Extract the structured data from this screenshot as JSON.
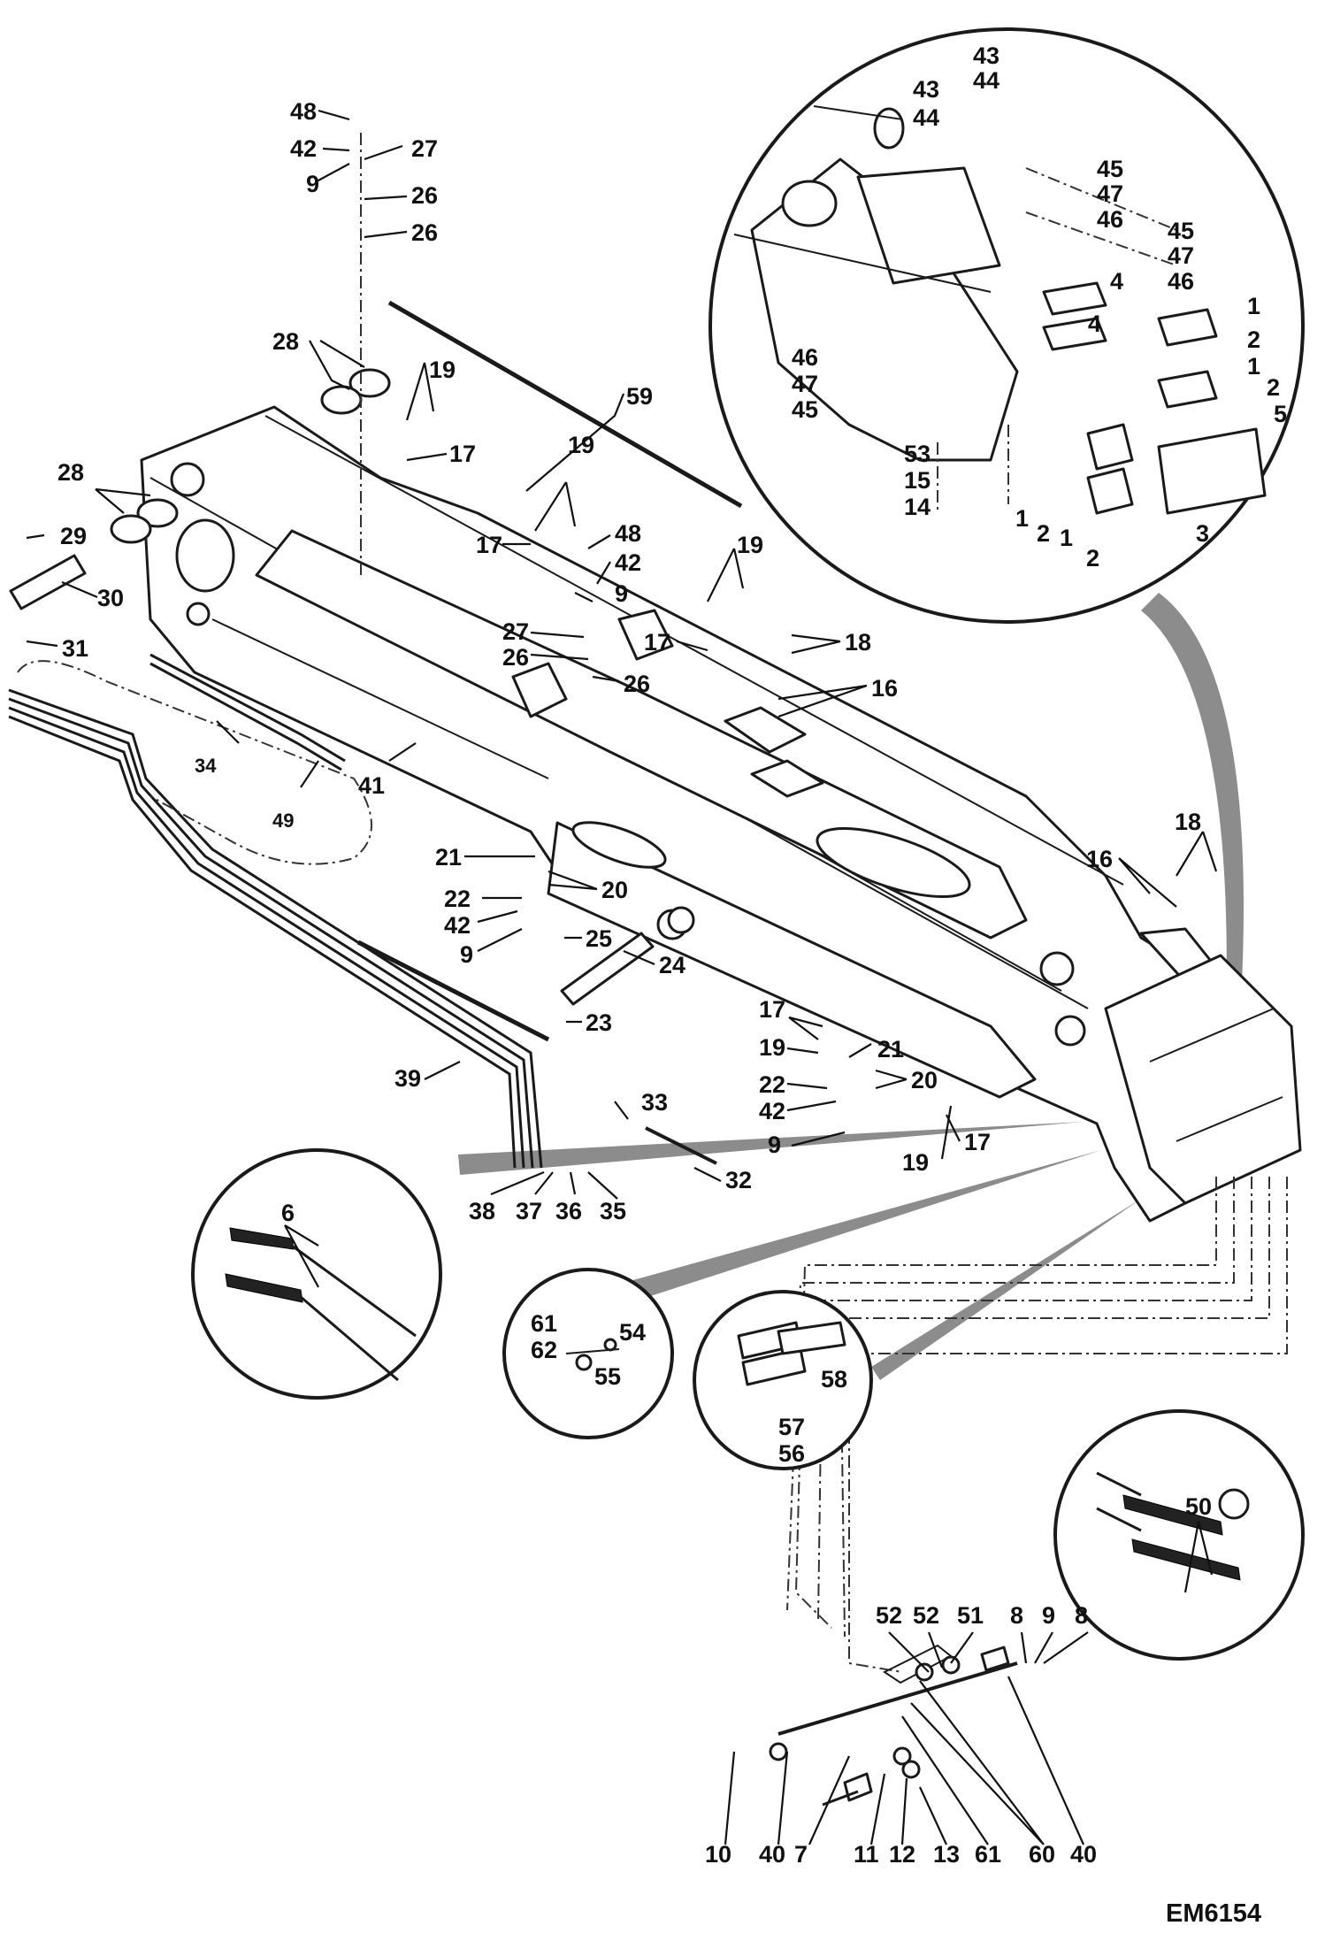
{
  "figure_code": "EM6154",
  "callouts": {
    "top": [
      "48",
      "42",
      "27",
      "9",
      "26",
      "26",
      "28",
      "19",
      "17",
      "59",
      "28",
      "29",
      "30",
      "31",
      "19",
      "17",
      "48",
      "42",
      "9",
      "27",
      "26",
      "26",
      "19",
      "17",
      "18",
      "16"
    ],
    "middle": [
      "34",
      "49",
      "41",
      "21",
      "20",
      "22",
      "42",
      "9",
      "25",
      "24",
      "23",
      "18",
      "16",
      "17",
      "21",
      "19",
      "20",
      "22",
      "42",
      "9",
      "17",
      "19",
      "39",
      "33",
      "32",
      "38",
      "37",
      "36",
      "35"
    ],
    "detail_top": [
      "43",
      "44",
      "43",
      "44",
      "45",
      "47",
      "46",
      "45",
      "47",
      "46",
      "4",
      "4",
      "1",
      "2",
      "1",
      "2",
      "5",
      "46",
      "47",
      "45",
      "53",
      "15",
      "14",
      "1",
      "2",
      "1",
      "2",
      "3"
    ],
    "detail_bottom": [
      "6",
      "61",
      "54",
      "62",
      "55",
      "58",
      "57",
      "56",
      "50"
    ],
    "valve": [
      "52",
      "52",
      "51",
      "8",
      "9",
      "8",
      "10",
      "40",
      "7",
      "11",
      "12",
      "13",
      "61",
      "60",
      "40"
    ]
  }
}
